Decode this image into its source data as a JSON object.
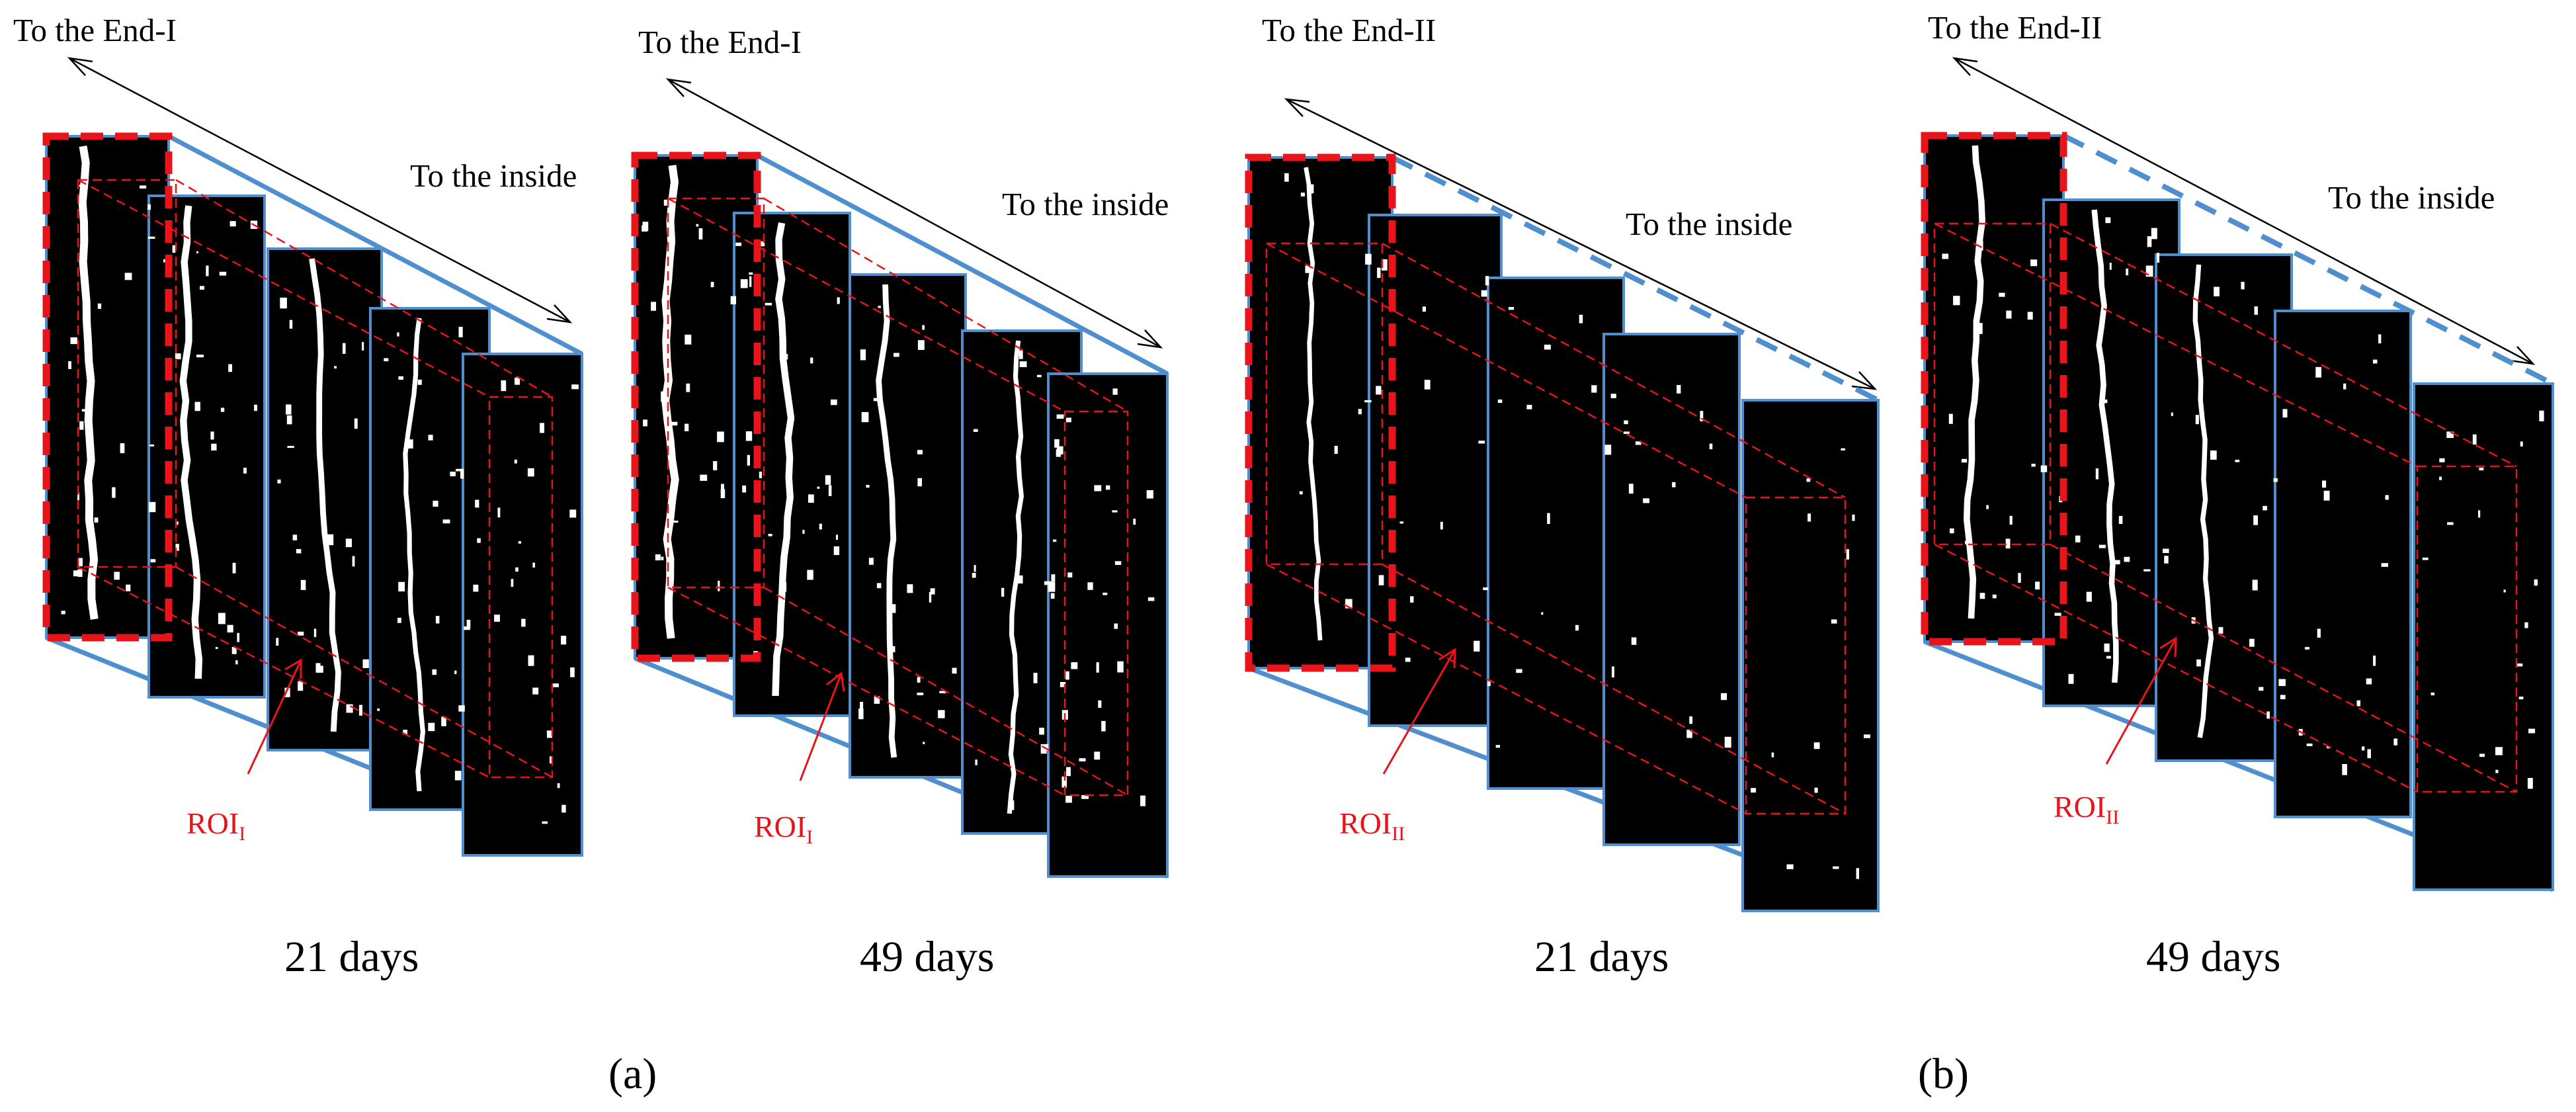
{
  "colors": {
    "slice_fill": "#000000",
    "slice_frame": "#4f8fd0",
    "roi": "#e8141a",
    "crack": "#ffffff",
    "text": "#000000"
  },
  "panels": [
    {
      "id": "a",
      "label": "(a)",
      "stacks": [
        {
          "id": "a1",
          "direction_label": "To the End-I",
          "inside_label": "To the inside",
          "roi_label": "ROI",
          "roi_subscript": "I",
          "caption": "21 days",
          "crack_level": "high"
        },
        {
          "id": "a2",
          "direction_label": "To the End-I",
          "inside_label": "To the inside",
          "roi_label": "ROI",
          "roi_subscript": "I",
          "caption": "49 days",
          "crack_level": "high"
        }
      ]
    },
    {
      "id": "b",
      "label": "(b)",
      "stacks": [
        {
          "id": "b1",
          "direction_label": "To the End-II",
          "inside_label": "To the inside",
          "roi_label": "ROI",
          "roi_subscript": "II",
          "caption": "21 days",
          "crack_level": "low"
        },
        {
          "id": "b2",
          "direction_label": "To the End-II",
          "inside_label": "To the inside",
          "roi_label": "ROI",
          "roi_subscript": "II",
          "caption": "49 days",
          "crack_level": "medium"
        }
      ]
    }
  ]
}
